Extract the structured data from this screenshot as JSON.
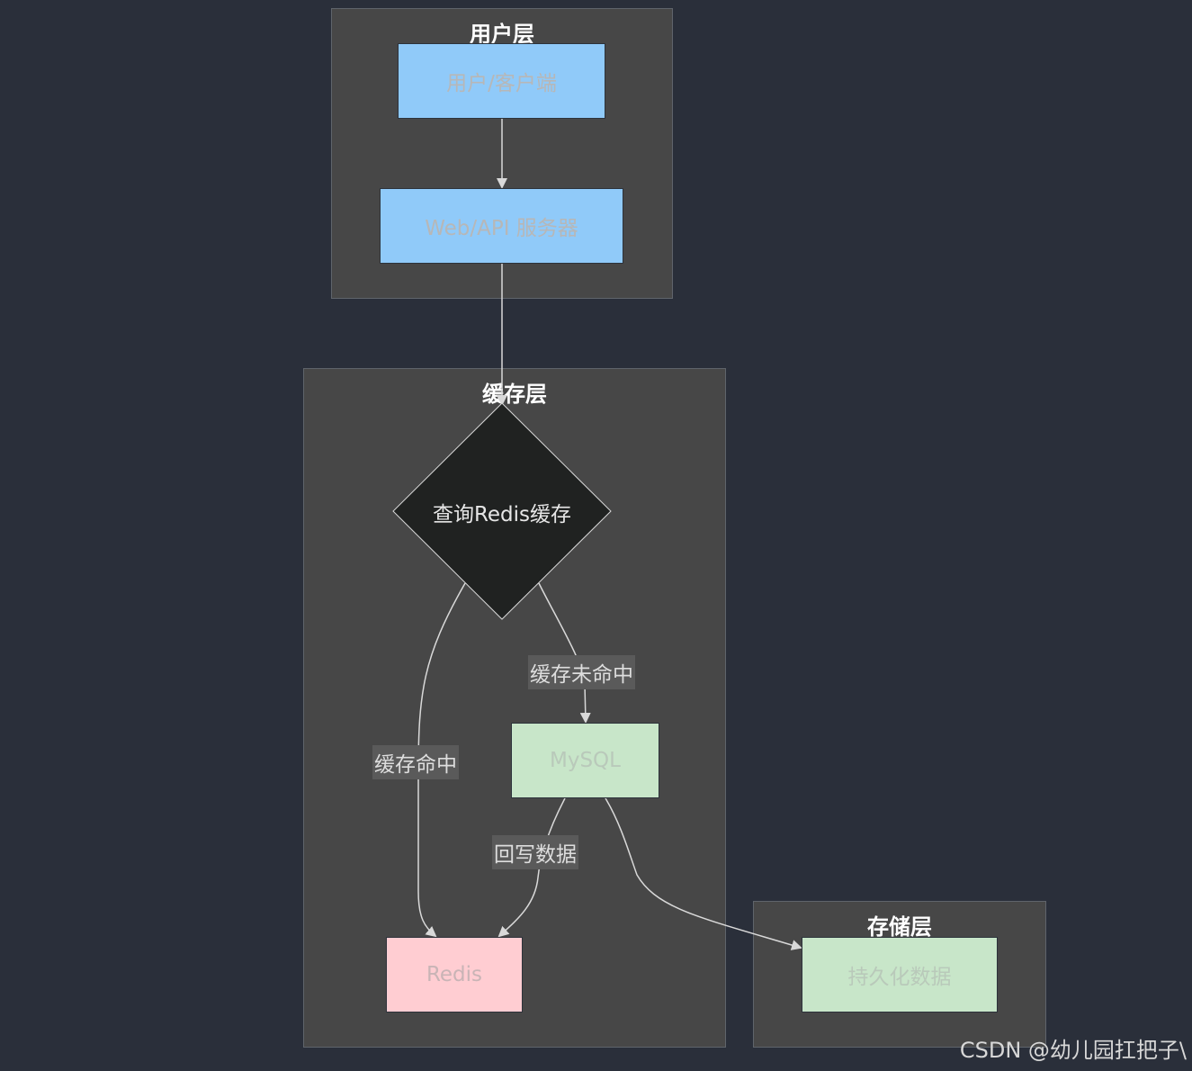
{
  "clusters": {
    "user_layer": "用户层",
    "cache_layer": "缓存层",
    "storage_layer": "存储层"
  },
  "nodes": {
    "client": "用户/客户端",
    "web_server": "Web/API 服务器",
    "query_redis": "查询Redis缓存",
    "mysql": "MySQL",
    "redis": "Redis",
    "persistent_data": "持久化数据"
  },
  "edges": {
    "cache_miss": "缓存未命中",
    "cache_hit": "缓存命中",
    "write_back": "回写数据"
  },
  "watermark": "CSDN @幼儿园扛把子\\",
  "colors": {
    "background": "#2a2f3a",
    "cluster": "#474747",
    "blue_node": "#90caf9",
    "green_node": "#c8e6c9",
    "pink_node": "#ffcdd2",
    "diamond": "#202221"
  }
}
